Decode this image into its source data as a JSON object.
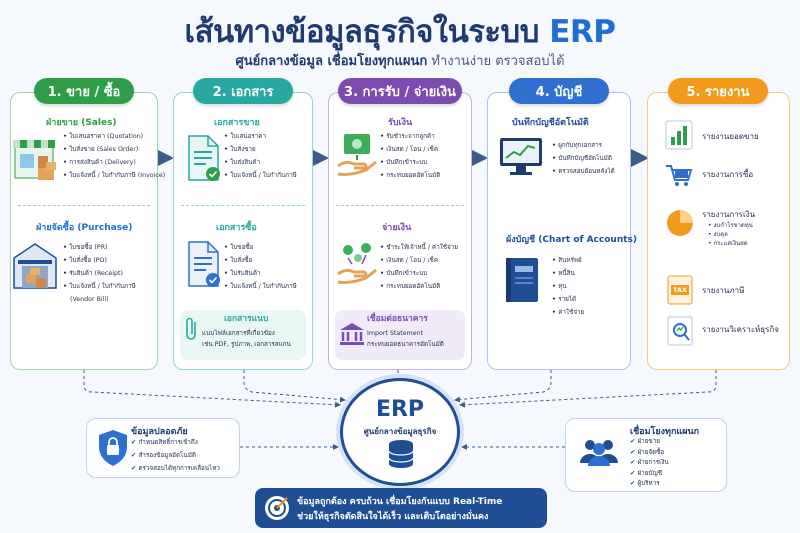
{
  "header": {
    "title_main": "เส้นทางข้อมูลธุรกิจในระบบ",
    "title_accent": "ERP",
    "subtitle_bold": "ศูนย์กลางข้อมูล เชื่อมโยงทุกแผนก",
    "subtitle_rest": "ทำงานง่าย ตรวจสอบได้"
  },
  "colors": {
    "green": "#2e9f48",
    "teal": "#27a8a0",
    "purple": "#7b4bb0",
    "blue": "#2f6fd0",
    "orange": "#f29a1c",
    "navy": "#1e3a6e"
  },
  "col1": {
    "pill": "1. ขาย / ซื้อ",
    "sales_title": "ฝ่ายขาย (Sales)",
    "sales_items": [
      "ใบเสนอราคา (Quotation)",
      "ใบสั่งขาย (Sales Order)",
      "การส่งสินค้า (Delivery)",
      "ใบแจ้งหนี้ / ใบกำกับภาษี (Invoice)"
    ],
    "purchase_title": "ฝ่ายจัดซื้อ (Purchase)",
    "purchase_items": [
      "ใบขอซื้อ (PR)",
      "ใบสั่งซื้อ (PO)",
      "รับสินค้า (Receipt)",
      "ใบแจ้งหนี้ / ใบกำกับภาษี",
      "(Vendor Bill)"
    ]
  },
  "col2": {
    "pill": "2. เอกสาร",
    "sales_doc_title": "เอกสารขาย",
    "sales_doc_items": [
      "ใบเสนอราคา",
      "ใบสั่งขาย",
      "ใบส่งสินค้า",
      "ใบแจ้งหนี้ / ใบกำกับภาษี"
    ],
    "buy_doc_title": "เอกสารซื้อ",
    "buy_doc_items": [
      "ใบขอซื้อ",
      "ใบสั่งซื้อ",
      "ใบรับสินค้า",
      "ใบแจ้งหนี้ / ใบกำกับภาษี"
    ],
    "attach_title": "เอกสารแนบ",
    "attach_text": [
      "แนบไฟล์เอกสารที่เกี่ยวข้อง",
      "เช่น PDF, รูปภาพ, เอกสารสแกน"
    ]
  },
  "col3": {
    "pill": "3. การรับ / จ่ายเงิน",
    "recv_title": "รับเงิน",
    "recv_items": [
      "รับชำระจากลูกค้า",
      "เงินสด / โอน / เช็ค",
      "บันทึกเข้าระบบ",
      "กระทบยอดอัตโนมัติ"
    ],
    "pay_title": "จ่ายเงิน",
    "pay_items": [
      "ชำระให้เจ้าหนี้ / ค่าใช้จ่าย",
      "เงินสด / โอน / เช็ค",
      "บันทึกเข้าระบบ",
      "กระทบยอดอัตโนมัติ"
    ],
    "bank_title": "เชื่อมต่อธนาคาร",
    "bank_text": [
      "Import Statement",
      "กระทบยอดธนาคารอัตโนมัติ"
    ]
  },
  "col4": {
    "pill": "4. บัญชี",
    "auto_title": "บันทึกบัญชีอัตโนมัติ",
    "auto_items": [
      "ผูกกับทุกเอกสาร",
      "บันทึกบัญชีอัตโนมัติ",
      "ตรวจสอบย้อนหลังได้"
    ],
    "coa_title": "ผังบัญชี (Chart of Accounts)",
    "coa_items": [
      "สินทรัพย์",
      "หนี้สิน",
      "ทุน",
      "รายได้",
      "ค่าใช้จ่าย"
    ]
  },
  "col5": {
    "pill": "5. รายงาน",
    "reports": [
      "รายงานยอดขาย",
      "รายงานการซื้อ",
      "รายงานการเงิน",
      "รายงานภาษี",
      "รายงานวิเคราะห์ธุรกิจ"
    ],
    "finance_sub": [
      "งบกำไรขาดทุน",
      "งบดุล",
      "กระแสเงินสด"
    ],
    "tax_label": "TAX"
  },
  "hub": {
    "title": "ERP",
    "subtitle": "ศูนย์กลางข้อมูลธุรกิจ"
  },
  "security": {
    "title": "ข้อมูลปลอดภัย",
    "items": [
      "กำหนดสิทธิ์การเข้าถึง",
      "สำรองข้อมูลอัตโนมัติ",
      "ตรวจสอบได้ทุกการเคลื่อนไหว"
    ]
  },
  "connect": {
    "title": "เชื่อมโยงทุกแผนก",
    "items": [
      "ฝ่ายขาย",
      "ฝ่ายจัดซื้อ",
      "ฝ่ายการเงิน",
      "ฝ่ายบัญชี",
      "ผู้บริหาร"
    ]
  },
  "footer": {
    "line1": "ข้อมูลถูกต้อง ครบถ้วน เชื่อมโยงกันแบบ Real-Time",
    "line2": "ช่วยให้ธุรกิจตัดสินใจได้เร็ว และเติบโตอย่างมั่นคง"
  }
}
